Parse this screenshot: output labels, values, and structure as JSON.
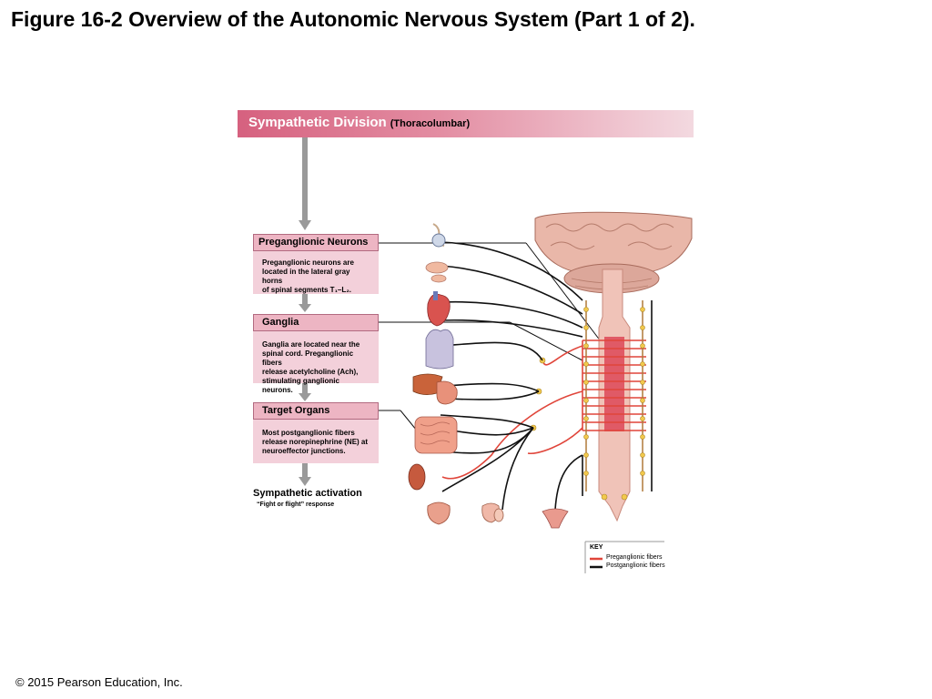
{
  "title": "Figure 16-2 Overview of the Autonomic Nervous System (Part 1 of 2).",
  "copyright": "© 2015 Pearson Education, Inc.",
  "banner": {
    "main": "Sympathetic Division",
    "sub": "(Thoracolumbar)"
  },
  "steps": [
    {
      "heading": "Preganglionic Neurons",
      "body_lines": [
        "Preganglionic neurons are",
        "located in the lateral gray horns",
        "of spinal segments T₁–L₂."
      ]
    },
    {
      "heading": "Ganglia",
      "body_lines": [
        "Ganglia are located near the",
        "spinal cord. Preganglionic fibers",
        "release acetylcholine (Ach),",
        "stimulating ganglionic neurons."
      ]
    },
    {
      "heading": "Target Organs",
      "body_lines": [
        "Most postganglionic fibers",
        "release norepinephrine (NE) at",
        "neuroeffector junctions."
      ]
    }
  ],
  "activation": {
    "heading": "Sympathetic activation",
    "sub": "“Fight or flight” response"
  },
  "key": {
    "title": "KEY",
    "items": [
      {
        "label": "Preganglionic fibers",
        "color": "#e0453a"
      },
      {
        "label": "Postganglionic fibers",
        "color": "#111111"
      }
    ]
  },
  "colors": {
    "banner": "#d6617f",
    "box_head": "#edb5c3",
    "box_body": "#f3d0da",
    "spinal_cord": "#e8a39f",
    "arrow": "#9a9a9a"
  }
}
